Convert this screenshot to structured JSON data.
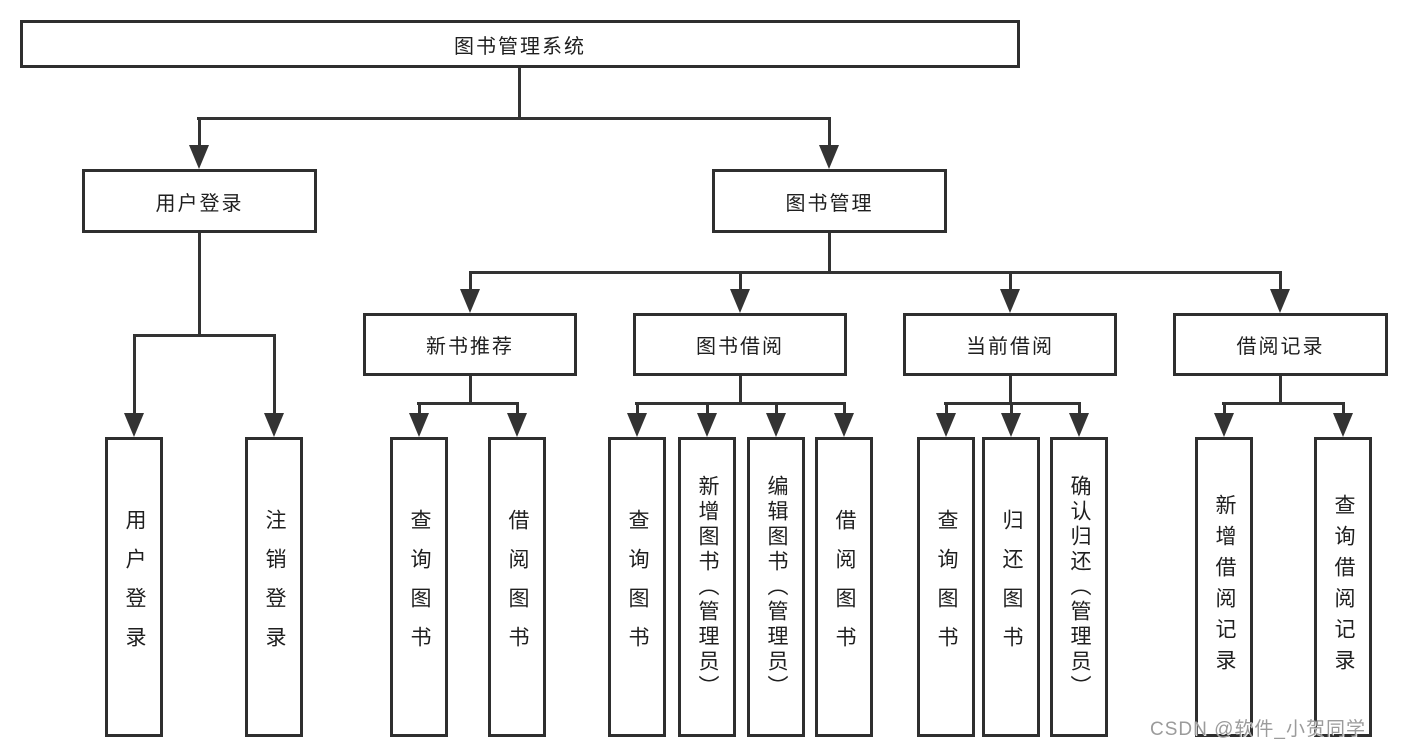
{
  "diagram": {
    "root": {
      "label": "图书管理系统"
    },
    "level1": [
      {
        "label": "用户登录"
      },
      {
        "label": "图书管理"
      }
    ],
    "level2": [
      {
        "label": "新书推荐"
      },
      {
        "label": "图书借阅"
      },
      {
        "label": "当前借阅"
      },
      {
        "label": "借阅记录"
      }
    ],
    "leaves": {
      "user_login": [
        {
          "label": "用户登录"
        },
        {
          "label": "注销登录"
        }
      ],
      "new_book": [
        {
          "label": "查询图书"
        },
        {
          "label": "借阅图书"
        }
      ],
      "book_borrow": [
        {
          "label": "查询图书"
        },
        {
          "label": "新增图书（管理员）"
        },
        {
          "label": "编辑图书（管理员）"
        },
        {
          "label": "借阅图书"
        }
      ],
      "current_borrow": [
        {
          "label": "查询图书"
        },
        {
          "label": "归还图书"
        },
        {
          "label": "确认归还（管理员）"
        }
      ],
      "borrow_record": [
        {
          "label": "新增借阅记录"
        },
        {
          "label": "查询借阅记录"
        }
      ]
    },
    "watermark": "CSDN @软件_小贺同学",
    "colors": {
      "line": "#333333",
      "box_border": "#2f2f2f",
      "text": "#1f1f1f",
      "background": "#ffffff",
      "watermark": "#9b9b9b"
    }
  }
}
